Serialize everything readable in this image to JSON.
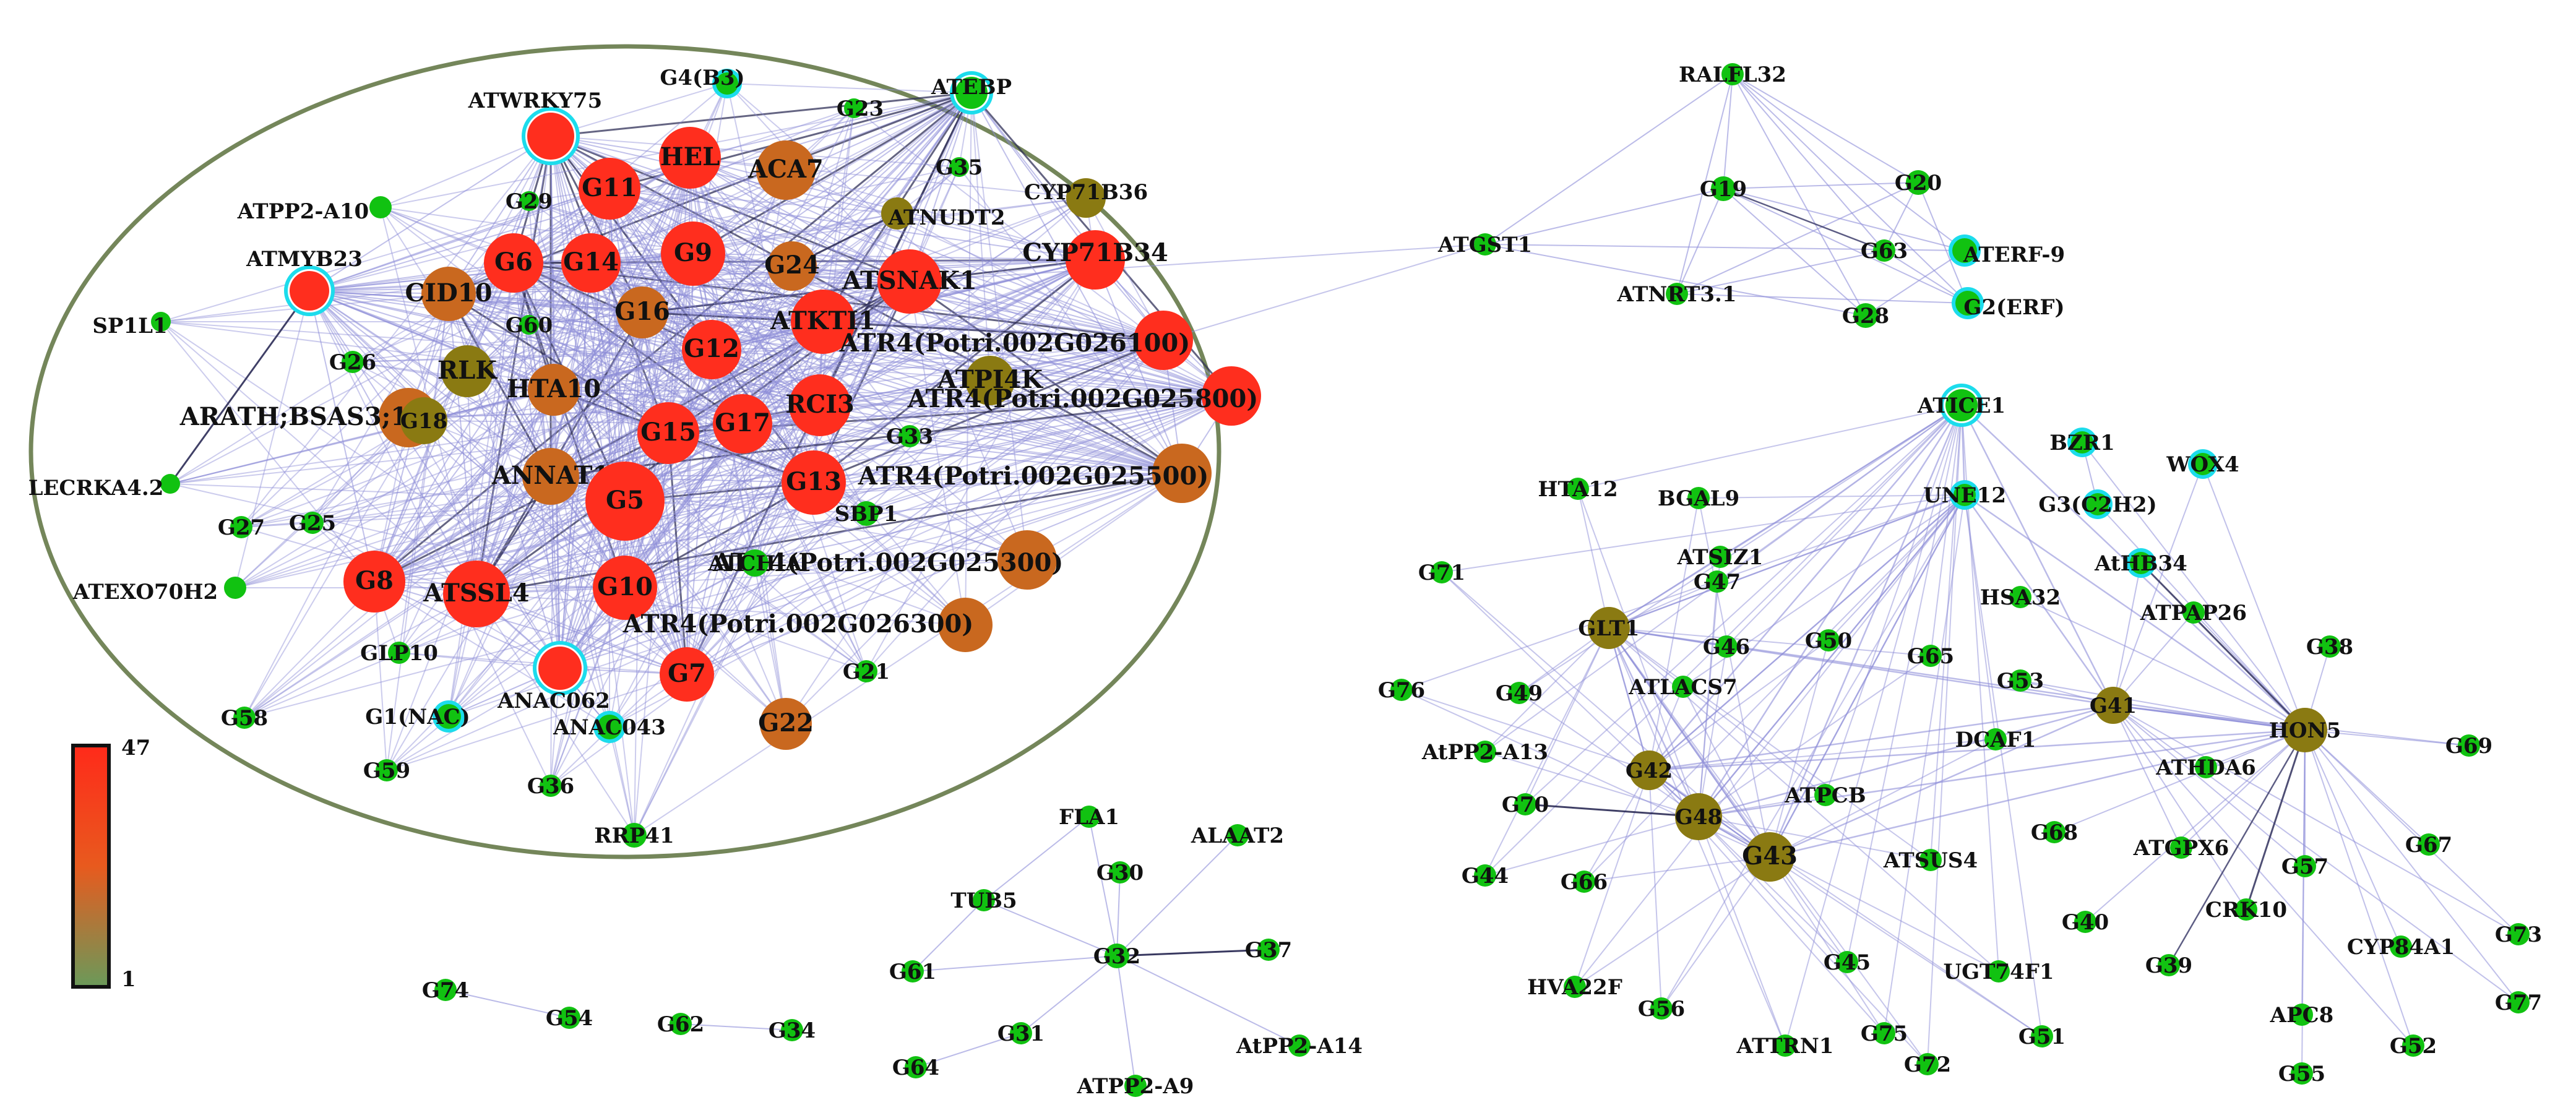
{
  "colors": {
    "background": "#ffffff",
    "ellipse_stroke": "#74865a",
    "edge": "#8e8ed8",
    "edge_dark": "#303058",
    "node_green": "#11c211",
    "ring_cyan": "#1cdcec",
    "label": "#111111",
    "scale_high": "#ff2a1a",
    "scale_mid": "#c26a20",
    "scale_low": "#6a9a5a"
  },
  "legend": {
    "max_label": "47",
    "min_label": "1"
  },
  "nodes": [
    {
      "id": "ATWRKY75",
      "label": "ATWRKY75",
      "c": "r",
      "halo": true
    },
    {
      "id": "ATMYB23",
      "label": "ATMYB23",
      "c": "r",
      "halo": true
    },
    {
      "id": "ANAC062",
      "label": "ANAC062",
      "c": "r",
      "halo": true
    },
    {
      "id": "G4B3",
      "label": "G4(B3)",
      "c": "g",
      "halo": true
    },
    {
      "id": "ATEBP",
      "label": "ATEBP",
      "c": "g",
      "halo": true
    },
    {
      "id": "G23",
      "label": "G23",
      "c": "g"
    },
    {
      "id": "HEL",
      "label": "HEL",
      "c": "r"
    },
    {
      "id": "ACA7",
      "label": "ACA7",
      "c": "o"
    },
    {
      "id": "G35",
      "label": "G35",
      "c": "g"
    },
    {
      "id": "ATNUDT2",
      "label": "ATNUDT2",
      "c": "ol"
    },
    {
      "id": "CYP71B36",
      "label": "CYP71B36",
      "c": "ol"
    },
    {
      "id": "G11",
      "label": "G11",
      "c": "r"
    },
    {
      "id": "ATPP2A10",
      "label": "ATPP2-A10",
      "c": "g"
    },
    {
      "id": "G29",
      "label": "G29",
      "c": "g"
    },
    {
      "id": "G6",
      "label": "G6",
      "c": "r"
    },
    {
      "id": "G14",
      "label": "G14",
      "c": "r"
    },
    {
      "id": "G9",
      "label": "G9",
      "c": "r"
    },
    {
      "id": "G24",
      "label": "G24",
      "c": "o"
    },
    {
      "id": "CYP71B34",
      "label": "CYP71B34",
      "c": "r"
    },
    {
      "id": "ATSNAK1",
      "label": "ATSNAK1",
      "c": "r"
    },
    {
      "id": "CID10",
      "label": "CID10",
      "c": "o"
    },
    {
      "id": "G16",
      "label": "G16",
      "c": "o"
    },
    {
      "id": "G60",
      "label": "G60",
      "c": "g"
    },
    {
      "id": "SP1L1",
      "label": "SP1L1",
      "c": "g"
    },
    {
      "id": "G26",
      "label": "G26",
      "c": "g"
    },
    {
      "id": "RLK",
      "label": "RLK",
      "c": "ol"
    },
    {
      "id": "HTA10",
      "label": "HTA10",
      "c": "o"
    },
    {
      "id": "G12",
      "label": "G12",
      "c": "r"
    },
    {
      "id": "ATKTI1",
      "label": "ATKTI1",
      "c": "r"
    },
    {
      "id": "ATR4_26100",
      "label": "ATR4(Potri.002G026100)",
      "c": "r"
    },
    {
      "id": "ARATH",
      "label": "ARATH;BSAS3;1",
      "c": "o"
    },
    {
      "id": "G18",
      "label": "G18",
      "c": "ol"
    },
    {
      "id": "ATPI4K",
      "label": "ATPI4K",
      "c": "ol"
    },
    {
      "id": "ATR4_25800",
      "label": "ATR4(Potri.002G025800)",
      "c": "r"
    },
    {
      "id": "G15",
      "label": "G15",
      "c": "r"
    },
    {
      "id": "G17",
      "label": "G17",
      "c": "r"
    },
    {
      "id": "RCI3",
      "label": "RCI3",
      "c": "r"
    },
    {
      "id": "G33",
      "label": "G33",
      "c": "g"
    },
    {
      "id": "LECRKA",
      "label": "LECRKA4.2",
      "c": "g"
    },
    {
      "id": "ANNAT1",
      "label": "ANNAT1",
      "c": "o"
    },
    {
      "id": "G13",
      "label": "G13",
      "c": "r"
    },
    {
      "id": "ATR4_25500",
      "label": "ATR4(Potri.002G025500)",
      "c": "o"
    },
    {
      "id": "G27",
      "label": "G27",
      "c": "g"
    },
    {
      "id": "G25",
      "label": "G25",
      "c": "g"
    },
    {
      "id": "G5",
      "label": "G5",
      "c": "r"
    },
    {
      "id": "SBP1",
      "label": "SBP1",
      "c": "g"
    },
    {
      "id": "ATR4_25300",
      "label": "ATR4(Potri.002G025300)",
      "c": "o"
    },
    {
      "id": "G8",
      "label": "G8",
      "c": "r"
    },
    {
      "id": "ATSSL4",
      "label": "ATSSL4",
      "c": "r"
    },
    {
      "id": "G10",
      "label": "G10",
      "c": "r"
    },
    {
      "id": "ATCHIA",
      "label": "ATCHIA",
      "c": "g"
    },
    {
      "id": "ATEXO",
      "label": "ATEXO70H2",
      "c": "g"
    },
    {
      "id": "ATR4_26300",
      "label": "ATR4(Potri.002G026300)",
      "c": "o"
    },
    {
      "id": "GLP10",
      "label": "GLP10",
      "c": "g"
    },
    {
      "id": "G7",
      "label": "G7",
      "c": "r"
    },
    {
      "id": "G21",
      "label": "G21",
      "c": "g"
    },
    {
      "id": "G1NAC",
      "label": "G1(NAC)",
      "c": "g",
      "halo": true
    },
    {
      "id": "ANAC043",
      "label": "ANAC043",
      "c": "g",
      "halo": true
    },
    {
      "id": "G22",
      "label": "G22",
      "c": "o"
    },
    {
      "id": "G58",
      "label": "G58",
      "c": "g"
    },
    {
      "id": "G59",
      "label": "G59",
      "c": "g"
    },
    {
      "id": "G36",
      "label": "G36",
      "c": "g"
    },
    {
      "id": "RRP41",
      "label": "RRP41",
      "c": "g"
    },
    {
      "id": "RALFL32",
      "label": "RALFL32",
      "c": "g"
    },
    {
      "id": "G19",
      "label": "G19",
      "c": "g"
    },
    {
      "id": "G20",
      "label": "G20",
      "c": "g"
    },
    {
      "id": "ATGST1",
      "label": "ATGST1",
      "c": "g"
    },
    {
      "id": "G63",
      "label": "G63",
      "c": "g"
    },
    {
      "id": "ATERF9",
      "label": "ATERF-9",
      "c": "g",
      "halo": true
    },
    {
      "id": "ATNRT31",
      "label": "ATNRT3.1",
      "c": "g"
    },
    {
      "id": "G28",
      "label": "G28",
      "c": "g"
    },
    {
      "id": "G2ERF",
      "label": "G2(ERF)",
      "c": "g",
      "halo": true
    },
    {
      "id": "ATICE1",
      "label": "ATICE1",
      "c": "g",
      "halo": true
    },
    {
      "id": "BZR1",
      "label": "BZR1",
      "c": "g",
      "halo": true
    },
    {
      "id": "WOX4",
      "label": "WOX4",
      "c": "g",
      "halo": true
    },
    {
      "id": "HTA12",
      "label": "HTA12",
      "c": "g"
    },
    {
      "id": "BGAL9",
      "label": "BGAL9",
      "c": "g"
    },
    {
      "id": "UNE12",
      "label": "UNE12",
      "c": "g",
      "halo": true
    },
    {
      "id": "G3C2H2",
      "label": "G3(C2H2)",
      "c": "g",
      "halo": true
    },
    {
      "id": "ATSIZ1",
      "label": "ATSIZ1",
      "c": "g"
    },
    {
      "id": "AtHB34",
      "label": "AtHB34",
      "c": "g",
      "halo": true
    },
    {
      "id": "G71",
      "label": "G71",
      "c": "g"
    },
    {
      "id": "G47",
      "label": "G47",
      "c": "g"
    },
    {
      "id": "HSA32",
      "label": "HSA32",
      "c": "g"
    },
    {
      "id": "GLT1",
      "label": "GLT1",
      "c": "ol"
    },
    {
      "id": "ATPAP26",
      "label": "ATPAP26",
      "c": "g"
    },
    {
      "id": "G46",
      "label": "G46",
      "c": "g"
    },
    {
      "id": "G50",
      "label": "G50",
      "c": "g"
    },
    {
      "id": "G65",
      "label": "G65",
      "c": "g"
    },
    {
      "id": "G38",
      "label": "G38",
      "c": "g"
    },
    {
      "id": "G76",
      "label": "G76",
      "c": "g"
    },
    {
      "id": "G49",
      "label": "G49",
      "c": "g"
    },
    {
      "id": "ATLACS7",
      "label": "ATLACS7",
      "c": "g"
    },
    {
      "id": "G53",
      "label": "G53",
      "c": "g"
    },
    {
      "id": "G41",
      "label": "G41",
      "c": "ol"
    },
    {
      "id": "HON5",
      "label": "HON5",
      "c": "ol"
    },
    {
      "id": "DCAF1",
      "label": "DCAF1",
      "c": "g"
    },
    {
      "id": "AtPP2A13",
      "label": "AtPP2-A13",
      "c": "g"
    },
    {
      "id": "G42",
      "label": "G42",
      "c": "ol"
    },
    {
      "id": "ATHDA6",
      "label": "ATHDA6",
      "c": "g"
    },
    {
      "id": "G69",
      "label": "G69",
      "c": "g"
    },
    {
      "id": "G70",
      "label": "G70",
      "c": "g"
    },
    {
      "id": "G48",
      "label": "G48",
      "c": "ol"
    },
    {
      "id": "ATPCB",
      "label": "ATPCB",
      "c": "g"
    },
    {
      "id": "G68",
      "label": "G68",
      "c": "g"
    },
    {
      "id": "G43",
      "label": "G43",
      "c": "ol"
    },
    {
      "id": "ATGPX6",
      "label": "ATGPX6",
      "c": "g"
    },
    {
      "id": "G67",
      "label": "G67",
      "c": "g"
    },
    {
      "id": "G44",
      "label": "G44",
      "c": "g"
    },
    {
      "id": "G66",
      "label": "G66",
      "c": "g"
    },
    {
      "id": "ATSUS4",
      "label": "ATSUS4",
      "c": "g"
    },
    {
      "id": "G57",
      "label": "G57",
      "c": "g"
    },
    {
      "id": "G40",
      "label": "G40",
      "c": "g"
    },
    {
      "id": "CRK10",
      "label": "CRK10",
      "c": "g"
    },
    {
      "id": "CYP84A1",
      "label": "CYP84A1",
      "c": "g"
    },
    {
      "id": "G73",
      "label": "G73",
      "c": "g"
    },
    {
      "id": "HVA22F",
      "label": "HVA22F",
      "c": "g"
    },
    {
      "id": "G45",
      "label": "G45",
      "c": "g"
    },
    {
      "id": "UGT74F1",
      "label": "UGT74F1",
      "c": "g"
    },
    {
      "id": "G39",
      "label": "G39",
      "c": "g"
    },
    {
      "id": "G77",
      "label": "G77",
      "c": "g"
    },
    {
      "id": "G56",
      "label": "G56",
      "c": "g"
    },
    {
      "id": "APC8",
      "label": "APC8",
      "c": "g"
    },
    {
      "id": "ATTRN1",
      "label": "ATTRN1",
      "c": "g"
    },
    {
      "id": "G75",
      "label": "G75",
      "c": "g"
    },
    {
      "id": "G51",
      "label": "G51",
      "c": "g"
    },
    {
      "id": "G52",
      "label": "G52",
      "c": "g"
    },
    {
      "id": "G72",
      "label": "G72",
      "c": "g"
    },
    {
      "id": "G55",
      "label": "G55",
      "c": "g"
    },
    {
      "id": "FLA1",
      "label": "FLA1",
      "c": "g"
    },
    {
      "id": "ALAAT2",
      "label": "ALAAT2",
      "c": "g"
    },
    {
      "id": "G30",
      "label": "G30",
      "c": "g"
    },
    {
      "id": "TUB5",
      "label": "TUB5",
      "c": "g"
    },
    {
      "id": "G32",
      "label": "G32",
      "c": "g"
    },
    {
      "id": "G37",
      "label": "G37",
      "c": "g"
    },
    {
      "id": "G61",
      "label": "G61",
      "c": "g"
    },
    {
      "id": "G31",
      "label": "G31",
      "c": "g"
    },
    {
      "id": "AtPP2A14",
      "label": "AtPP2-A14",
      "c": "g"
    },
    {
      "id": "G64",
      "label": "G64",
      "c": "g"
    },
    {
      "id": "ATPP2A9",
      "label": "ATPP2-A9",
      "c": "g"
    },
    {
      "id": "G74",
      "label": "G74",
      "c": "g"
    },
    {
      "id": "G54",
      "label": "G54",
      "c": "g"
    },
    {
      "id": "G62",
      "label": "G62",
      "c": "g"
    },
    {
      "id": "G34",
      "label": "G34",
      "c": "g"
    }
  ]
}
